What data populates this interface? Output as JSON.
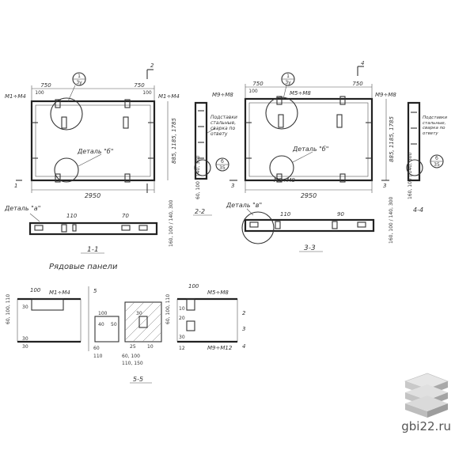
{
  "drawing": {
    "panel1": {
      "dim_width": "2950",
      "dim_heights": "885, 1185, 1785",
      "top_left_off": "750",
      "top_left_sub": "100",
      "top_right_off": "750",
      "top_right_sub": "100",
      "mark_left": "М1÷М4",
      "mark_right": "М1÷М4",
      "detail_label": "Деталь \"б\"",
      "node_top": "1",
      "node_top_sheet": "3у",
      "cut_top": "2",
      "cut_left": "1"
    },
    "panel2": {
      "dim_width": "2950",
      "dim_heights": "885, 1185, 1785",
      "top_left_off": "750",
      "top_right_off": "750",
      "top_sub": "100",
      "mark_top_left": "М9÷М8",
      "mark_top_center": "М5÷М8",
      "mark_top_right": "М9÷М8",
      "mark_bottom": "М5÷М8",
      "detail_label": "Деталь \"б\"",
      "node_top": "1",
      "node_top_sheet": "3у",
      "cut_top": "4",
      "cut_left": "3",
      "cut_right": "3"
    },
    "section_2_2": {
      "label": "2-2",
      "note": "Подставки стальные, сварка по ответу",
      "node": "б",
      "node_sheet": "35",
      "dims": "60, 100 / 140, 300"
    },
    "section_4_4": {
      "label": "4-4",
      "note": "Подставки стальные, сварка по ответу",
      "node": "б",
      "node_sheet": "35",
      "dims": "160, 100 / 140, 300"
    },
    "section_1_1": {
      "label": "1-1",
      "detail_ref": "Деталь \"а\"",
      "dim_a": "110",
      "dim_b": "70",
      "side_dims": "160, 100 / 140, 300"
    },
    "section_3_3": {
      "label": "3-3",
      "detail_ref": "Деталь \"в\"",
      "dim_a": "110",
      "dim_b": "90",
      "side_dims": "160, 100 / 140, 300"
    },
    "caption": "Рядовые панели",
    "detail5": {
      "left_mark": "М1÷М4",
      "left_top": "100",
      "left_dims": "60, 100, 110",
      "left_a": "30",
      "left_b": "30",
      "left_c": "30",
      "cut_num": "5",
      "mid_top": "100",
      "mid_a": "40",
      "mid_b": "60",
      "mid_c": "110",
      "mid_d": "50",
      "hatch_a": "30",
      "hatch_b": "25",
      "hatch_c": "10",
      "hatch_bottom": "60, 100",
      "hatch_bottom2": "110, 150",
      "section_label": "5-5",
      "right_top": "100",
      "right_mark_top": "М5÷М8",
      "right_mark_bottom": "М9÷М12",
      "right_dims": "60, 100, 110",
      "right_a": "10",
      "right_b": "20",
      "right_c": "30",
      "right_d": "12",
      "idx_2": "2",
      "idx_3": "3",
      "idx_4": "4"
    }
  },
  "watermark": {
    "site": "gbi22.ru",
    "logo_icon": "stacked-slabs-logo"
  }
}
